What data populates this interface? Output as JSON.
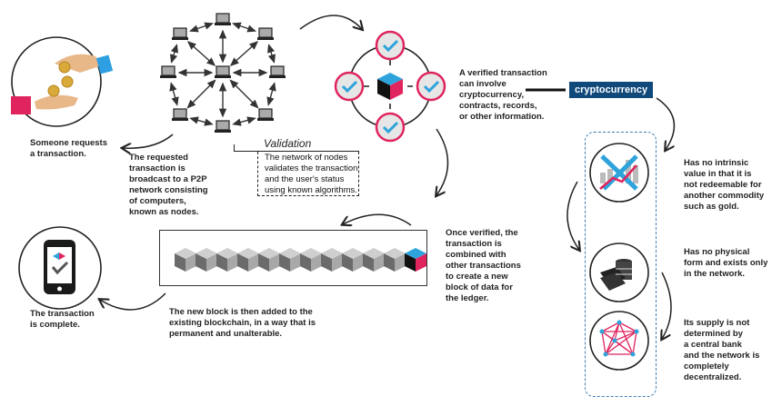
{
  "steps": {
    "request": "Someone requests\na transaction.",
    "broadcast": "The requested\ntransaction is\nbroadcast to a P2P\nnetwork consisting\nof computers,\nknown as nodes.",
    "validation_title": "Validation",
    "validation": "The network of nodes\nvalidates the transaction\nand the user's status\nusing known algorithms.",
    "verified": "A verified transaction\ncan involve\ncryptocurrency,\ncontracts, records,\nor other information.",
    "combined": "Once verified, the\ntransaction is\ncombined with\nother transactions\nto create a new\nblock of data for\nthe ledger.",
    "added": "The new block is then added to the\nexisting blockchain, in a way that is\npermanent and unalterable.",
    "complete": "The transaction\nis complete."
  },
  "cryptocurrency": {
    "label": "cryptocurrency",
    "properties": [
      {
        "icon": "crossed-chart-icon",
        "text": "Has no intrinsic\nvalue in that it is\nnot redeemable for\nanother commodity\nsuch as gold."
      },
      {
        "icon": "coin-stack-icon",
        "text": "Has no physical\nform and exists only\nin the network."
      },
      {
        "icon": "decentralized-network-icon",
        "text": "Its supply is not\ndetermined by\na central bank\nand the network is\ncompletely\ndecentralized."
      }
    ]
  },
  "colors": {
    "brand_blue": "#10497a",
    "accent_pink": "#e0245e",
    "accent_cyan": "#2ea3dc",
    "dashed_blue": "#3f7fb5"
  },
  "chain": {
    "block_count": 12
  }
}
